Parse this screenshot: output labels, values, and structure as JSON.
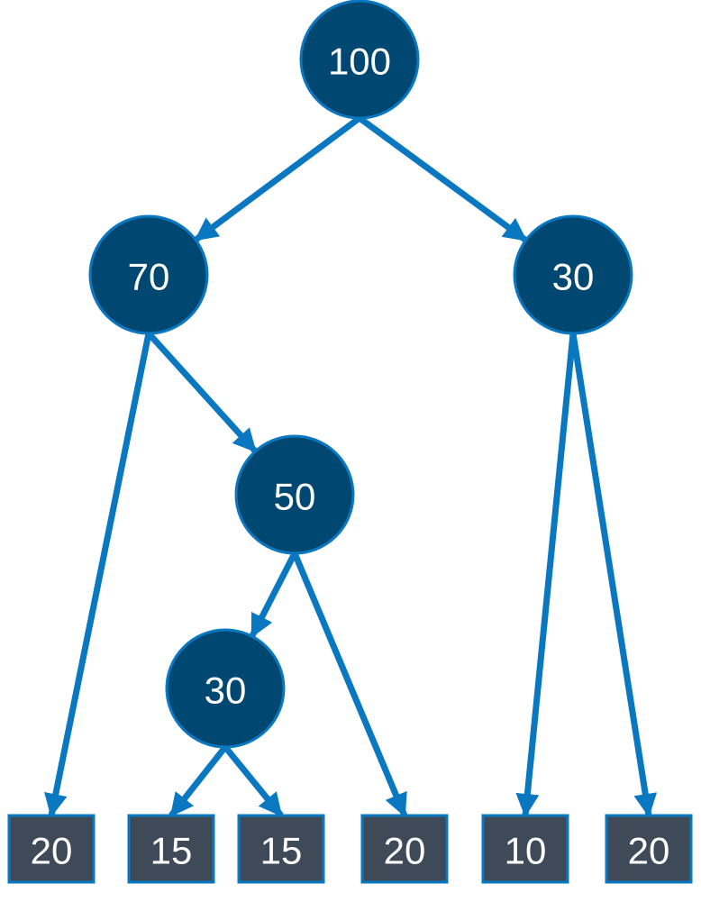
{
  "tree": {
    "internal_nodes": [
      {
        "id": "n-root",
        "value": "100"
      },
      {
        "id": "n-left",
        "value": "70"
      },
      {
        "id": "n-right",
        "value": "30"
      },
      {
        "id": "n-mid",
        "value": "50"
      },
      {
        "id": "n-lower",
        "value": "30"
      }
    ],
    "leaves": [
      {
        "id": "leaf-1",
        "value": "20"
      },
      {
        "id": "leaf-2",
        "value": "15"
      },
      {
        "id": "leaf-3",
        "value": "15"
      },
      {
        "id": "leaf-4",
        "value": "20"
      },
      {
        "id": "leaf-5",
        "value": "10"
      },
      {
        "id": "leaf-6",
        "value": "20"
      }
    ],
    "edges": [
      {
        "from": "n-root",
        "to": "n-left"
      },
      {
        "from": "n-root",
        "to": "n-right"
      },
      {
        "from": "n-left",
        "to": "leaf-1"
      },
      {
        "from": "n-left",
        "to": "n-mid"
      },
      {
        "from": "n-mid",
        "to": "n-lower"
      },
      {
        "from": "n-mid",
        "to": "leaf-4"
      },
      {
        "from": "n-lower",
        "to": "leaf-2"
      },
      {
        "from": "n-lower",
        "to": "leaf-3"
      },
      {
        "from": "n-right",
        "to": "leaf-5"
      },
      {
        "from": "n-right",
        "to": "leaf-6"
      }
    ]
  },
  "colors": {
    "node_fill": "#004872",
    "leaf_fill": "#3e4a58",
    "edge": "#0a78c0",
    "text": "#ffffff"
  }
}
